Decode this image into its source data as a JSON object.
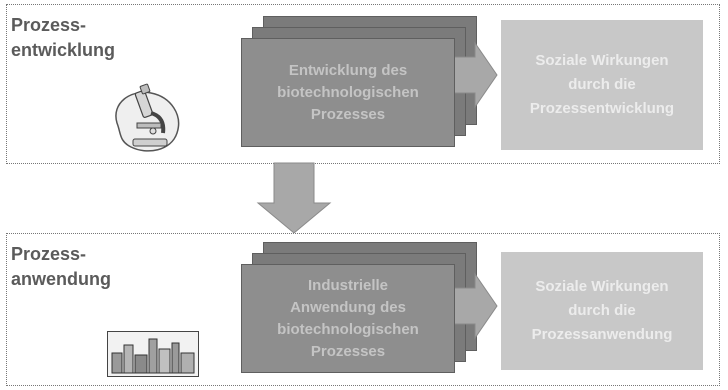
{
  "panels": {
    "development": {
      "title": "Prozess-\nentwicklung",
      "process_label": "Entwicklung des\nbiotechnologischen\nProzesses",
      "effect_label": "Soziale Wirkungen\ndurch die\nProzessentwicklung",
      "icon": "microscope-icon"
    },
    "application": {
      "title": "Prozess-\nanwendung",
      "process_label": "Industrielle\nAnwendung des\nbiotechnologischen\nProzesses",
      "effect_label": "Soziale Wirkungen\ndurch die\nProzessanwendung",
      "icon": "city-icon"
    }
  },
  "colors": {
    "process_box": "#8e8e8e",
    "process_text": "#c4c4c4",
    "effect_box": "#c8c8c8",
    "effect_text": "#ececec",
    "arrow": "#a8a8a8",
    "title_text": "#5b5b5b"
  }
}
